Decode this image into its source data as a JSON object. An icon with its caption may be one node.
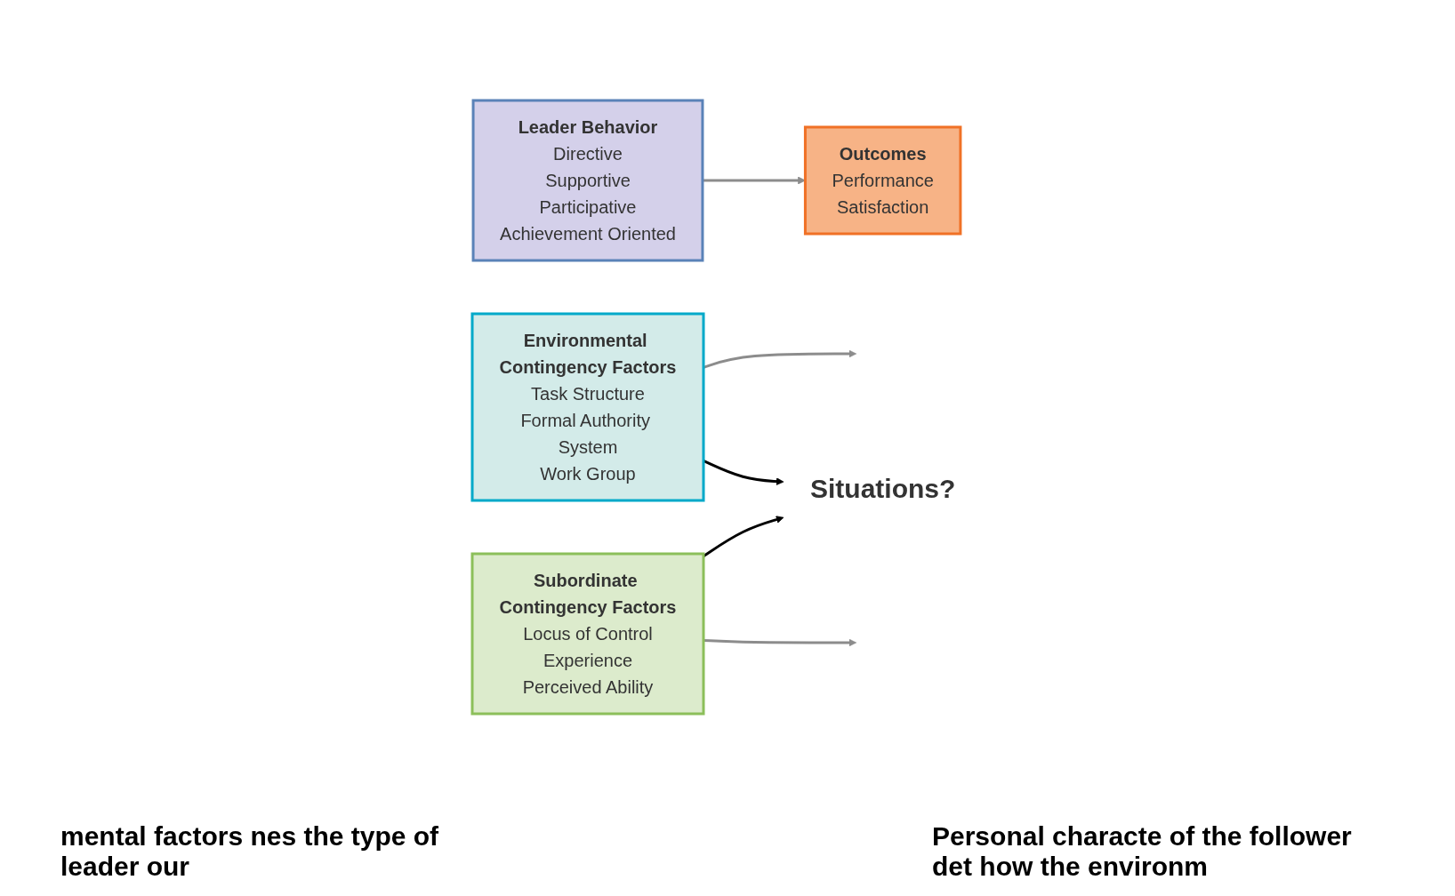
{
  "diagram": {
    "nodes": [
      {
        "text": [
          "Environmental Contingency Factors",
          "Task Structure",
          "Formal Authority System",
          "Work Group"
        ]
      },
      {
        "text": [
          "Situations?"
        ]
      },
      {
        "text": [
          "Leader  Behavior",
          "Directive",
          "Supportive",
          "Participative",
          "Achievement Oriented"
        ]
      },
      {
        "text": [
          "Outcomes",
          "Performance",
          "Satisfaction"
        ]
      },
      {
        "text": [
          "Subordinate Contingency Factors",
          "Locus of Control",
          "Experience",
          "Perceived Ability"
        ]
      }
    ],
    "edges": [
      {
        "from": 2,
        "to": 3,
        "arrow": "to"
      },
      {
        "from": 0,
        "to": null,
        "arrow": "to"
      },
      {
        "from": 4,
        "to": null,
        "arrow": "to"
      },
      {
        "from": 0,
        "to": 1,
        "arrow": "to",
        "color": "#000000"
      },
      {
        "from": 4,
        "to": 1,
        "arrow": "to",
        "color": "#000000"
      }
    ],
    "labels": [
      "mental factors nes the type of leader our",
      "Personal characte of the follower det how the environm"
    ]
  }
}
